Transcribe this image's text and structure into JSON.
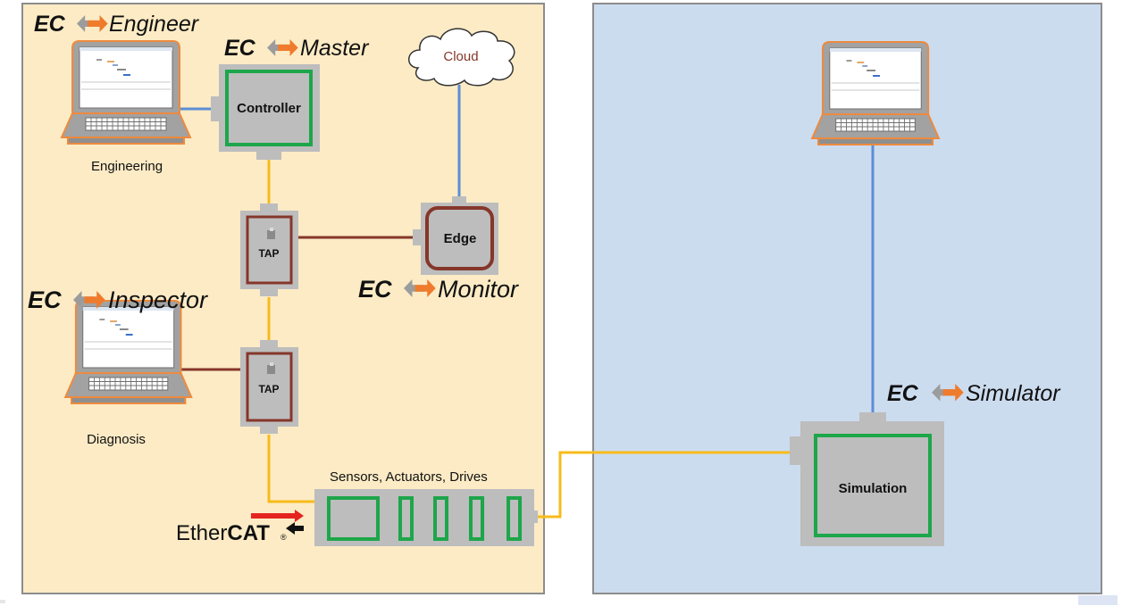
{
  "brand": {
    "ec": "EC"
  },
  "products": {
    "engineer": "Engineer",
    "master": "Master",
    "inspector": "Inspector",
    "monitor": "Monitor",
    "simulator": "Simulator"
  },
  "nodes": {
    "cloud": "Cloud",
    "controller": "Controller",
    "edge": "Edge",
    "tap": "TAP",
    "simulation": "Simulation"
  },
  "captions": {
    "engineering": "Engineering",
    "diagnosis": "Diagnosis",
    "sensors": "Sensors, Actuators, Drives"
  },
  "ethercat": {
    "prefix": "Ether",
    "suffix": "CAT",
    "mark": "®"
  },
  "colors": {
    "left_panel": "#fcebc5",
    "right_panel": "#ccdcef",
    "panel_border": "#8c8c8c",
    "device_gray": "#bdbdbd",
    "green": "#1da64a",
    "brown": "#86362a",
    "yellow": "#f7bb1a",
    "blue": "#5b8ed4",
    "orange": "#ef7b2c",
    "arrow_gray": "#9c9c9c",
    "ethercat_red": "#e52420"
  }
}
